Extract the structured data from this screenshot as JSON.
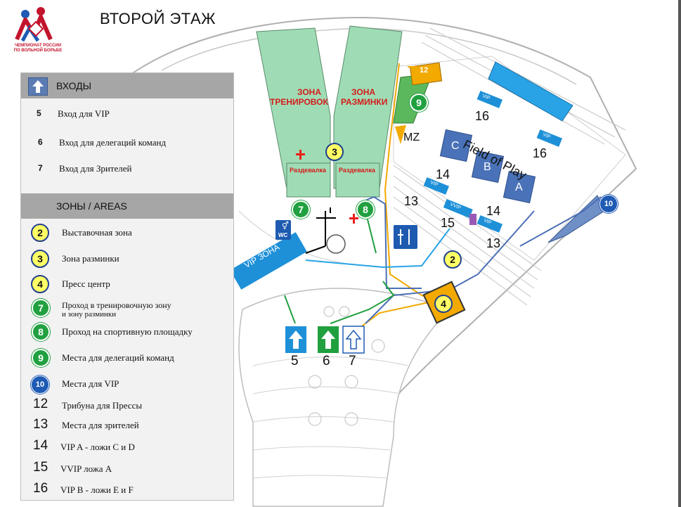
{
  "title": "ВТОРОЙ ЭТАЖ",
  "logo": {
    "line1": "ЧЕМПИОНАТ РОССИИ",
    "line2": "ПО ВОЛЬНОЙ БОРЬБЕ"
  },
  "legend": {
    "entrances_heading": "ВХОДЫ",
    "entrances": [
      {
        "num": "5",
        "label": "Вход для  VIP"
      },
      {
        "num": "6",
        "label": "Вход для делегаций команд"
      },
      {
        "num": "7",
        "label": "Вход для  Зрителей"
      }
    ],
    "zones_heading": "ЗОНЫ / AREAS",
    "zones": [
      {
        "num": "2",
        "label": "Выставочная зона",
        "style": "yellow"
      },
      {
        "num": "3",
        "label": "Зона разминки",
        "style": "yellow"
      },
      {
        "num": "4",
        "label": "Пресс центр",
        "style": "yellow"
      },
      {
        "num": "7",
        "label": "Проход в тренировочную зону",
        "label2": "и зону разминки",
        "style": "green"
      },
      {
        "num": "8",
        "label": "Проход на спортивную площадку",
        "style": "green"
      },
      {
        "num": "9",
        "label": "Места для делегаций команд",
        "style": "green"
      },
      {
        "num": "10",
        "label": "Места для VIP",
        "style": "blue"
      },
      {
        "num": "12",
        "label": "Трибуна для Прессы",
        "style": "plain"
      },
      {
        "num": "13",
        "label": "Места для зрителей",
        "style": "plain"
      },
      {
        "num": "14",
        "label": "VIP A - ложи C и D",
        "style": "plain"
      },
      {
        "num": "15",
        "label": "VVIP ложа A",
        "style": "plain"
      },
      {
        "num": "16",
        "label": "VIP B - ложи E и F",
        "style": "plain"
      }
    ]
  },
  "map_labels": {
    "training_zone_1": "ЗОНА",
    "training_zone_2": "ТРЕНИРОВОК",
    "warmup_zone_1": "ЗОНА",
    "warmup_zone_2": "РАЗМИНКИ",
    "cloakroom_left": "Раздевалка",
    "cloakroom_right": "Раздевалка",
    "field_of_play": "Field of Play",
    "mat_c": "C",
    "mat_b": "B",
    "mat_a": "A",
    "mz": "MZ",
    "vip_zone": "VIP ЗОНА",
    "wc": "WC",
    "vip_tag": "VIP",
    "vvip_tag": "VVIP",
    "n3": "3",
    "n7": "7",
    "n8": "8",
    "n9": "9",
    "n10": "10",
    "n12": "12",
    "n2": "2",
    "n4": "4",
    "n13a": "13",
    "n13b": "13",
    "n14a": "14",
    "n14b": "14",
    "n15": "15",
    "n16a": "16",
    "n16b": "16",
    "ent5": "5",
    "ent6": "6",
    "ent7": "7"
  },
  "colors": {
    "zone_green": "#9fdcb5",
    "vip_blue": "#1e90d8",
    "press_orange": "#f2a900",
    "badge_yellow": "#ffff66",
    "badge_green": "#21a040",
    "badge_blue": "#1f5bb4",
    "mat_blue": "#4a72b8",
    "cross_red": "#e8201c"
  }
}
